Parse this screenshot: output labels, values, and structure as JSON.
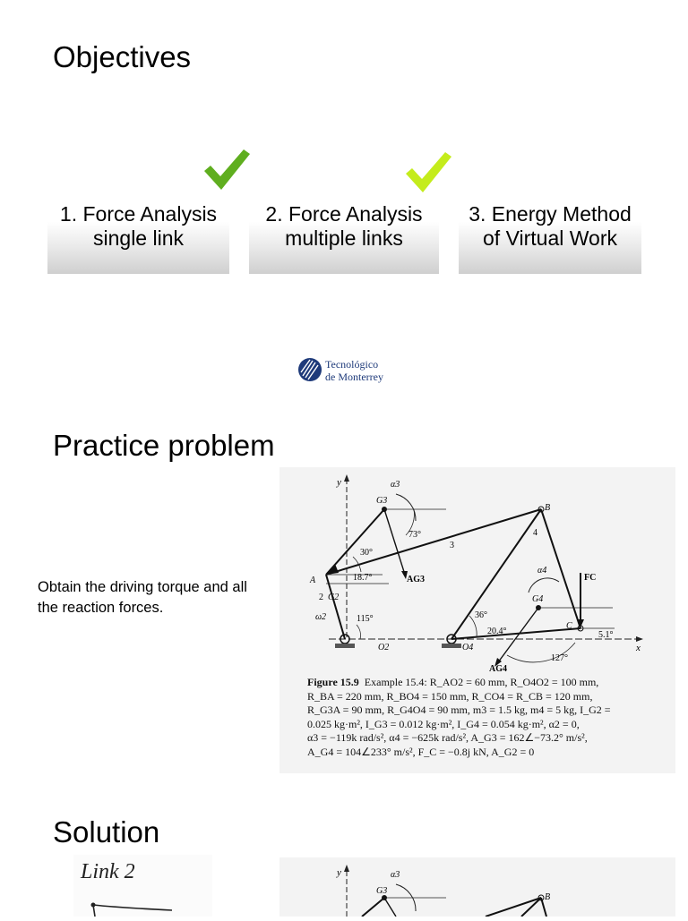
{
  "objectives": {
    "title": "Objectives",
    "items": [
      {
        "label": "1. Force Analysis single link",
        "checked": true,
        "check_color": "#5fae1f"
      },
      {
        "label": "2. Force Analysis multiple links",
        "checked": true,
        "check_color": "#c4ec1c"
      },
      {
        "label": "3. Energy Method of Virtual Work",
        "checked": false
      }
    ]
  },
  "logo": {
    "line1": "Tecnológico",
    "line2": "de Monterrey",
    "color": "#1e3a7a"
  },
  "practice": {
    "title": "Practice problem",
    "prompt": "Obtain the driving torque and all the reaction forces."
  },
  "figure": {
    "labels": {
      "y": "y",
      "x": "x",
      "alpha3": "α3",
      "G3": "G3",
      "B": "B",
      "A": "A",
      "link2": "2",
      "link3": "3",
      "link4": "4",
      "G2": "G2",
      "omega2": "ω2",
      "O2": "O2",
      "O4": "O4",
      "C": "C",
      "G4": "G4",
      "alpha4": "α4",
      "Fc": "FC",
      "AG3": "AG3",
      "AG4": "AG4",
      "ang73": "73°",
      "ang30": "30°",
      "ang187": "18.7°",
      "ang115": "115°",
      "ang36": "36°",
      "ang204": "20.4°",
      "ang127": "127°",
      "ang51": "5.1°"
    },
    "caption": {
      "l1a": "Figure 15.9",
      "l1b": "Example 15.4: R_AO2 = 60 mm, R_O4O2 = 100 mm,",
      "l2": "R_BA = 220 mm, R_BO4 = 150 mm, R_CO4 = R_CB = 120 mm,",
      "l3": "R_G3A = 90 mm, R_G4O4 = 90 mm, m3 = 1.5 kg, m4 = 5 kg, I_G2 =",
      "l4": "0.025 kg·m², I_G3 = 0.012 kg·m², I_G4 = 0.054 kg·m², α2 = 0,",
      "l5": "α3 = −119k rad/s², α4 = −625k rad/s², A_G3 = 162∠−73.2° m/s²,",
      "l6": "A_G4 = 104∠233° m/s², F_C = −0.8j kN, A_G2 = 0"
    }
  },
  "solution": {
    "title": "Solution",
    "handwriting": "Link 2"
  }
}
